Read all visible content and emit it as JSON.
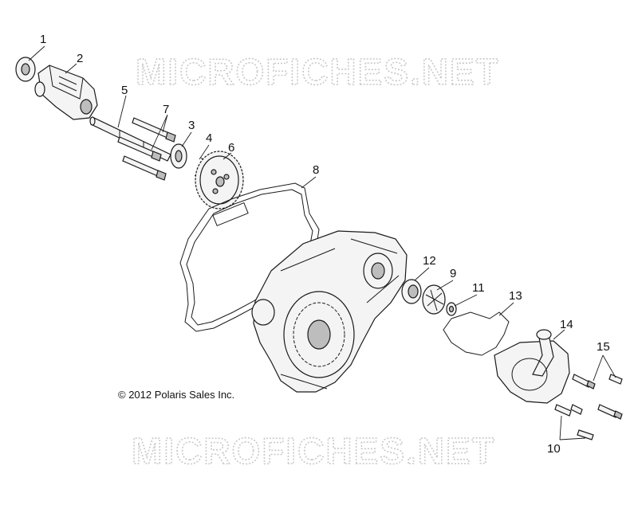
{
  "watermarks": [
    "MICROFICHES.NET",
    "MICROFICHES.NET"
  ],
  "copyright": "© 2012 Polaris Sales Inc.",
  "callouts": [
    "1",
    "2",
    "3",
    "4",
    "5",
    "6",
    "7",
    "8",
    "9",
    "10",
    "11",
    "12",
    "13",
    "14",
    "15"
  ]
}
